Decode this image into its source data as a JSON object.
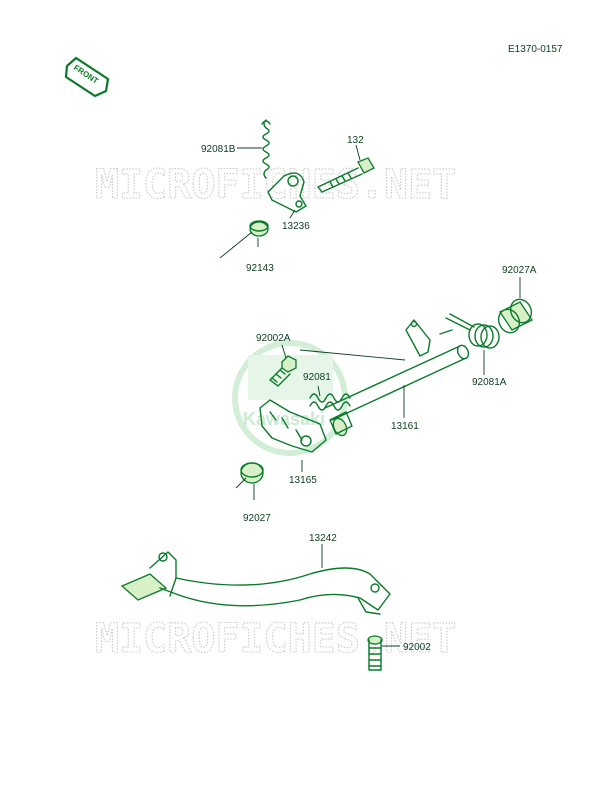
{
  "diagram_code": "E1370-0157",
  "front_tag": "FRONT",
  "watermark_text": "MICROFICHES.NET",
  "center_logo_text": "Kawasaki",
  "colors": {
    "part_line": "#0a7a2a",
    "label": "#0d3d1f",
    "watermark": "#c9c9c9"
  },
  "labels": {
    "p92081B": "92081B",
    "p132": "132",
    "p13236": "13236",
    "p92143": "92143",
    "p92027A": "92027A",
    "p92002A": "92002A",
    "p92081": "92081",
    "p92081A": "92081A",
    "p13161": "13161",
    "p13165": "13165",
    "p92027": "92027",
    "p13242": "13242",
    "p92002": "92002"
  }
}
